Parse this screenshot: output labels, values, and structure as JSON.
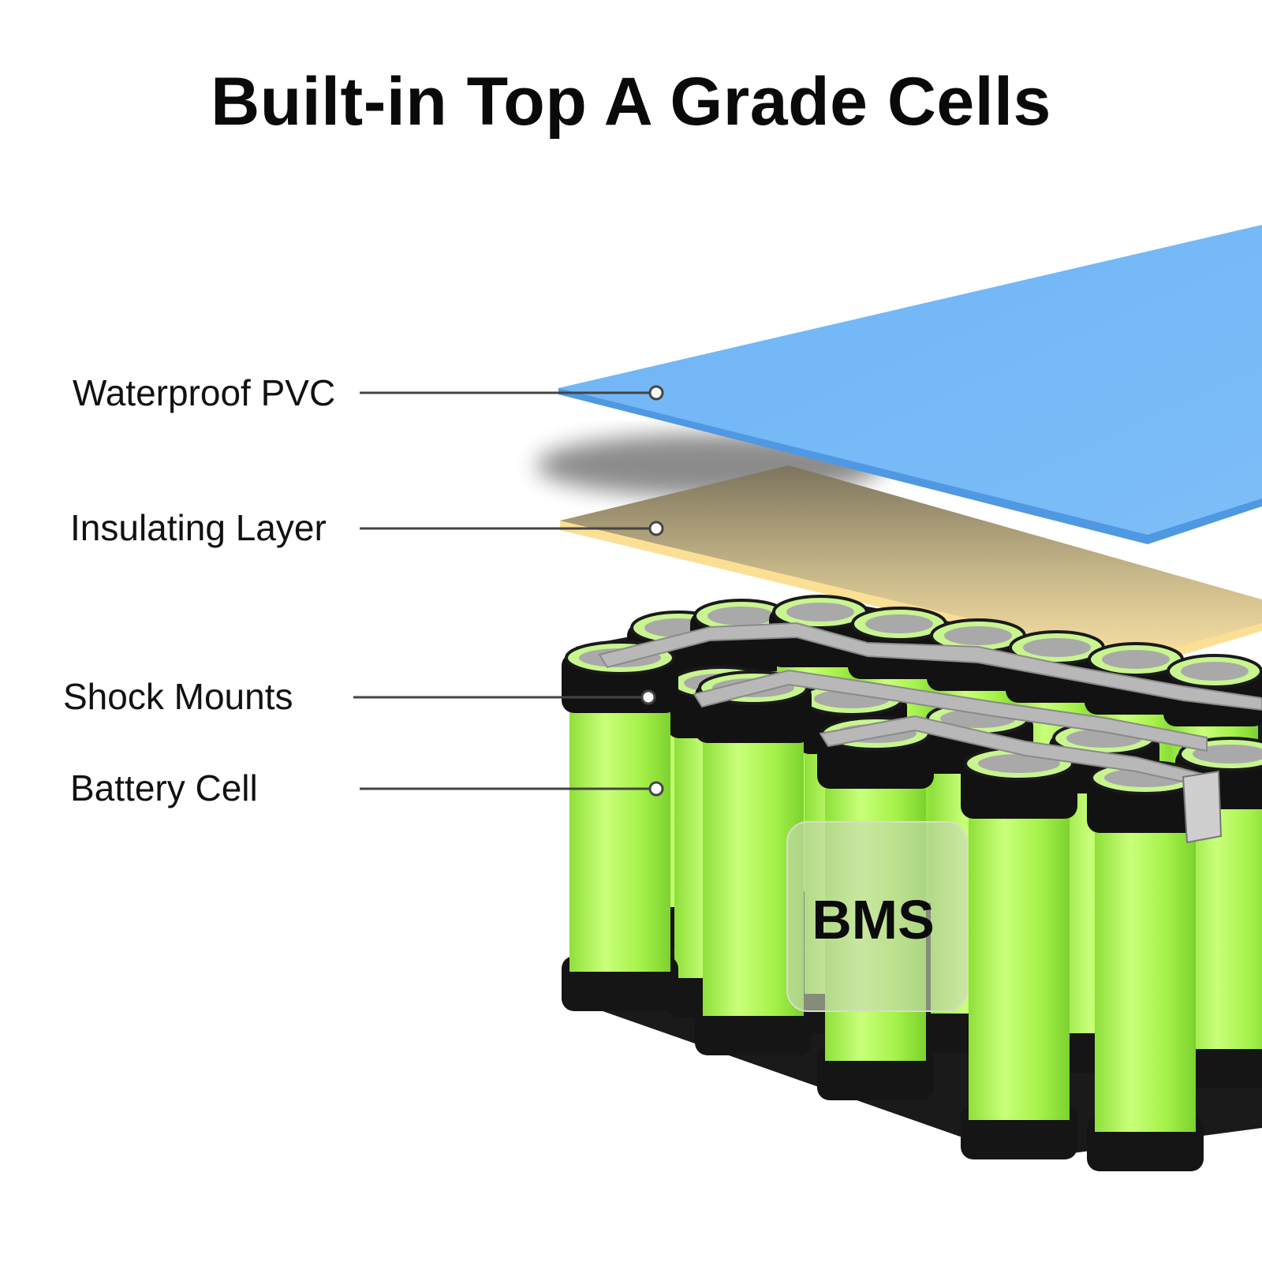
{
  "title": "Built-in Top A Grade Cells",
  "labels": {
    "waterproof_pvc": "Waterproof PVC",
    "insulating_layer": "Insulating Layer",
    "shock_mounts": "Shock Mounts",
    "battery_cell": "Battery Cell"
  },
  "bms_label": "BMS",
  "colors": {
    "pvc_layer": "#74b8f7",
    "insulating_layer": "#fbe3a6",
    "cell_green": "#a6f24a",
    "shock_mount": "#111111",
    "nickel_strip": "#b8b8b8",
    "leader_line": "#444444"
  }
}
